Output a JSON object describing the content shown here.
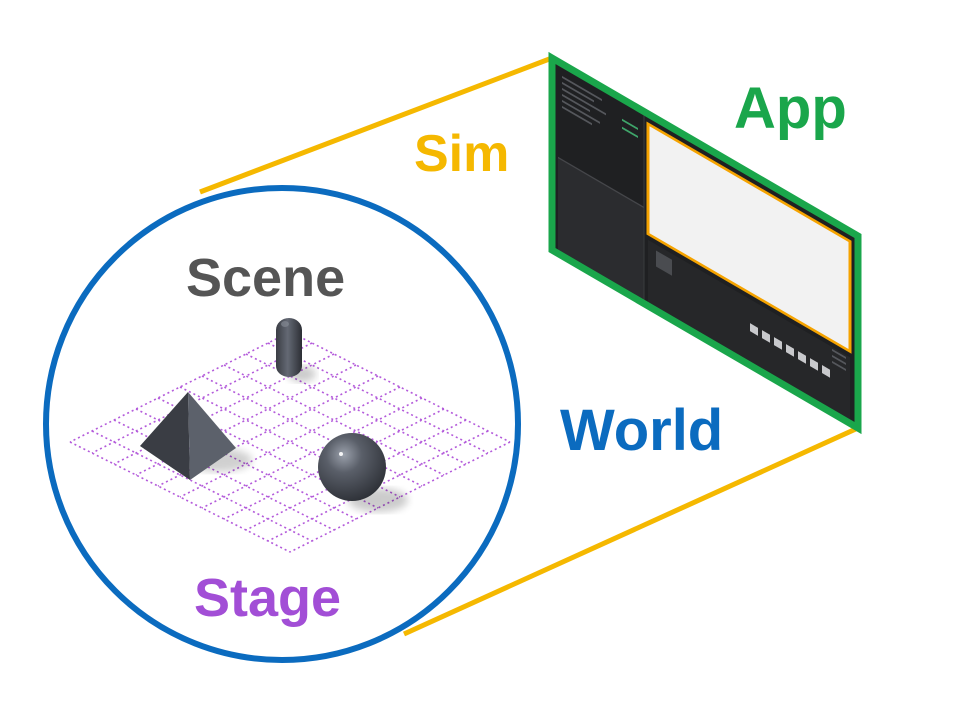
{
  "labels": {
    "app": "App",
    "sim": "Sim",
    "scene": "Scene",
    "world": "World",
    "stage": "Stage"
  },
  "colors": {
    "app": "#1aa64b",
    "sim": "#f5b800",
    "scene": "#555555",
    "world": "#0b6bbf",
    "stage": "#a24ed6",
    "grid": "#b45cdb",
    "screen_bg": "#1f2022",
    "viewport": "#f2f2f2",
    "object": "#4a4e57"
  },
  "icons": {
    "app_window": "editor-screenshot-icon",
    "pyramid": "pyramid-icon",
    "capsule": "capsule-icon",
    "sphere": "sphere-icon"
  }
}
